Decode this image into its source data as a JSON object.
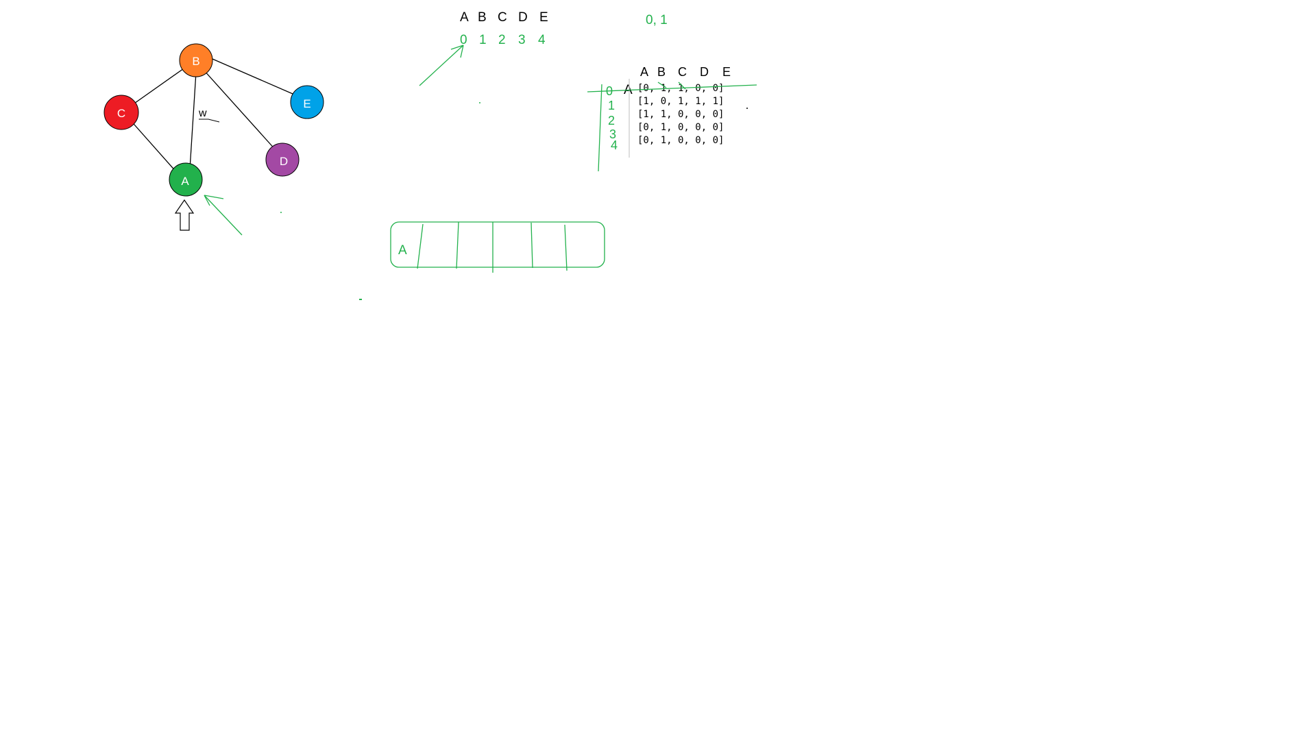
{
  "graph": {
    "nodes": [
      {
        "id": "A",
        "label": "A",
        "color": "#22b14c"
      },
      {
        "id": "B",
        "label": "B",
        "color": "#ff7f27"
      },
      {
        "id": "C",
        "label": "C",
        "color": "#ed1c24"
      },
      {
        "id": "D",
        "label": "D",
        "color": "#a349a4"
      },
      {
        "id": "E",
        "label": "E",
        "color": "#00a2e8"
      }
    ],
    "edges": [
      [
        "B",
        "C"
      ],
      [
        "B",
        "A"
      ],
      [
        "B",
        "D"
      ],
      [
        "B",
        "E"
      ],
      [
        "C",
        "A"
      ]
    ],
    "edge_label": "w"
  },
  "index_map": {
    "letters": [
      "A",
      "B",
      "C",
      "D",
      "E"
    ],
    "numbers": [
      "0",
      "1",
      "2",
      "3",
      "4"
    ]
  },
  "pair_note": "0, 1",
  "matrix": {
    "col_headers": [
      "A",
      "B",
      "C",
      "D",
      "E"
    ],
    "row_indices": [
      "0",
      "1",
      "2",
      "3",
      "4"
    ],
    "row_letter": "A",
    "rows": [
      "[0, 1, 1, 0, 0]",
      "[1, 0, 1, 1, 1]",
      "[1, 1, 0, 0, 0]",
      "[0, 1, 0, 0, 0]",
      "[0, 1, 0, 0, 0]"
    ]
  },
  "queue": {
    "first_cell": "A"
  },
  "colors": {
    "annotation_green": "#22b14c",
    "ink": "#000000"
  }
}
